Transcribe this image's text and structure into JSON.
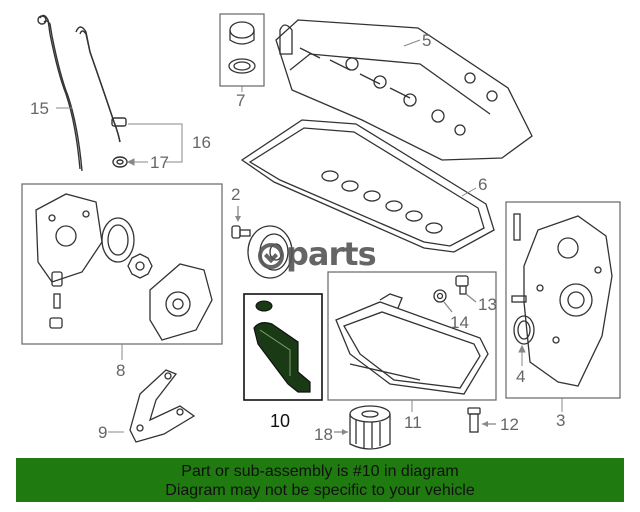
{
  "callouts": {
    "p2": "2",
    "p3": "3",
    "p4": "4",
    "p5": "5",
    "p6": "6",
    "p7": "7",
    "p8": "8",
    "p9": "9",
    "p10": "10",
    "p11": "11",
    "p12": "12",
    "p13": "13",
    "p14": "14",
    "p15": "15",
    "p16": "16",
    "p17": "17",
    "p18": "18"
  },
  "watermark": "parts",
  "banner": {
    "line1": "Part or sub-assembly is #10 in diagram",
    "line2": "Diagram may not be specific to your vehicle"
  },
  "colors": {
    "banner_bg": "#1f7a10",
    "line": "#333333",
    "highlight_part": "#1a3a16",
    "callout_text": "#666666"
  }
}
